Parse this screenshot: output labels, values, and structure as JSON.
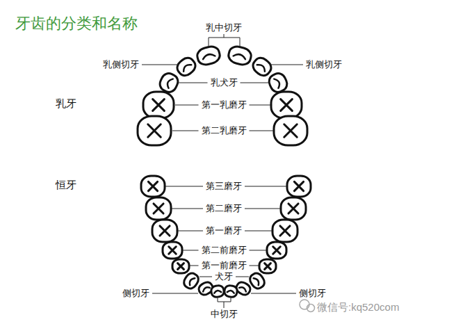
{
  "diagram": {
    "title": "牙齿的分类和名称",
    "labels": [
      "乳中切牙",
      "乳侧切牙",
      "乳侧切牙",
      "乳犬牙",
      "第一乳磨牙",
      "第二乳磨牙",
      "乳牙",
      "恒牙",
      "第三磨牙",
      "第二磨牙",
      "第一磨牙",
      "第二前磨牙",
      "第一前磨牙",
      "犬牙",
      "侧切牙",
      "侧切牙",
      "中切牙",
      "微信号:kq520com"
    ]
  }
}
